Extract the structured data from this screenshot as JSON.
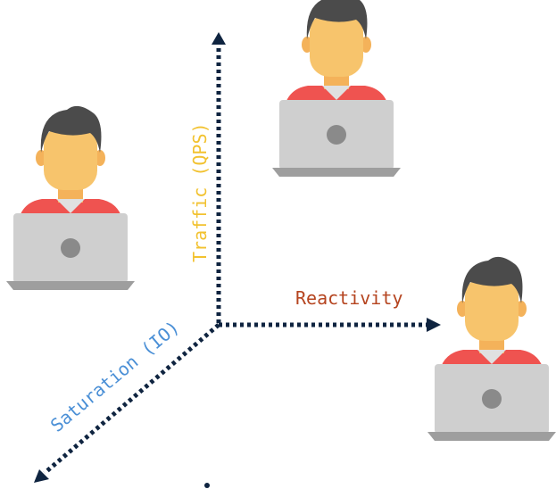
{
  "axes": {
    "traffic": {
      "label": "Traffic (QPS)",
      "color": "#f2c230"
    },
    "reactivity": {
      "label": "Reactivity",
      "color": "#b5441f"
    },
    "saturation": {
      "label": "Saturation (IO)",
      "color": "#4a8fd6"
    },
    "axis_color": "#0f2440"
  },
  "people": [
    {
      "role": "user-left",
      "icon": "person-at-laptop-icon"
    },
    {
      "role": "user-top",
      "icon": "person-at-laptop-icon"
    },
    {
      "role": "user-right",
      "icon": "person-at-laptop-icon"
    }
  ],
  "palette": {
    "skin": "#f7c46c",
    "hair": "#4b4b4b",
    "shirt": "#ef5350",
    "collar": "#e0e0e0",
    "laptop": "#cfcfcf",
    "laptop_base": "#9e9e9e",
    "camera": "#8a8a8a"
  }
}
